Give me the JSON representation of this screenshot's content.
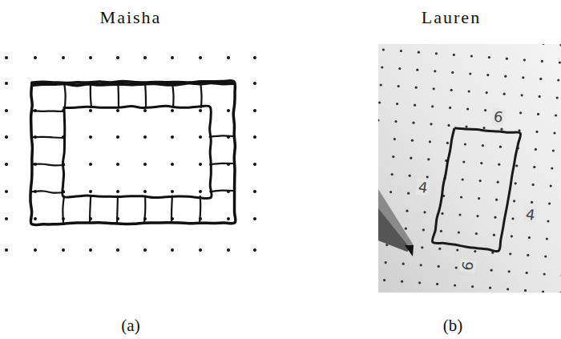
{
  "diagram": {
    "labels": [
      "Maisha",
      "Lauren",
      "(a)",
      "(b)",
      "6",
      "4",
      "4",
      "6"
    ]
  }
}
